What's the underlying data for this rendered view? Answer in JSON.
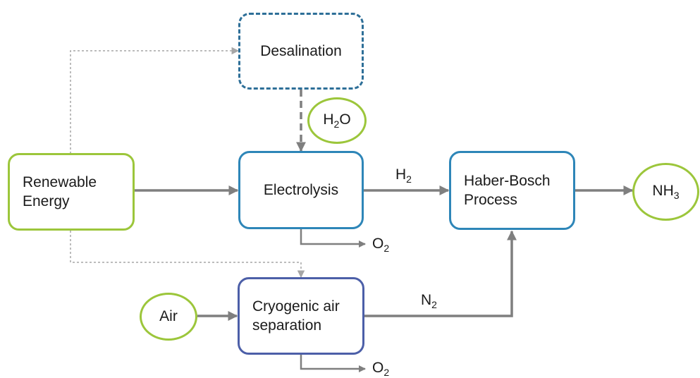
{
  "nodes": {
    "renewable_energy": "Renewable\nEnergy",
    "desalination": "Desalination",
    "electrolysis": "Electrolysis",
    "haber_bosch": "Haber-Bosch\nProcess",
    "cryogenic": "Cryogenic air\nseparation",
    "water": {
      "base": "H",
      "sub": "2",
      "tail": "O"
    },
    "ammonia": {
      "base": "NH",
      "sub": "3"
    },
    "air": "Air"
  },
  "labels": {
    "hydrogen": {
      "base": "H",
      "sub": "2"
    },
    "nitrogen": {
      "base": "N",
      "sub": "2"
    },
    "oxygen_top": {
      "base": "O",
      "sub": "2"
    },
    "oxygen_bottom": {
      "base": "O",
      "sub": "2"
    }
  },
  "colors": {
    "green": "#9cc63b",
    "blue": "#2e86b8",
    "navy": "#4c5fa8",
    "arrow": "#7f7f7f",
    "dotted": "#a6a6a6"
  }
}
